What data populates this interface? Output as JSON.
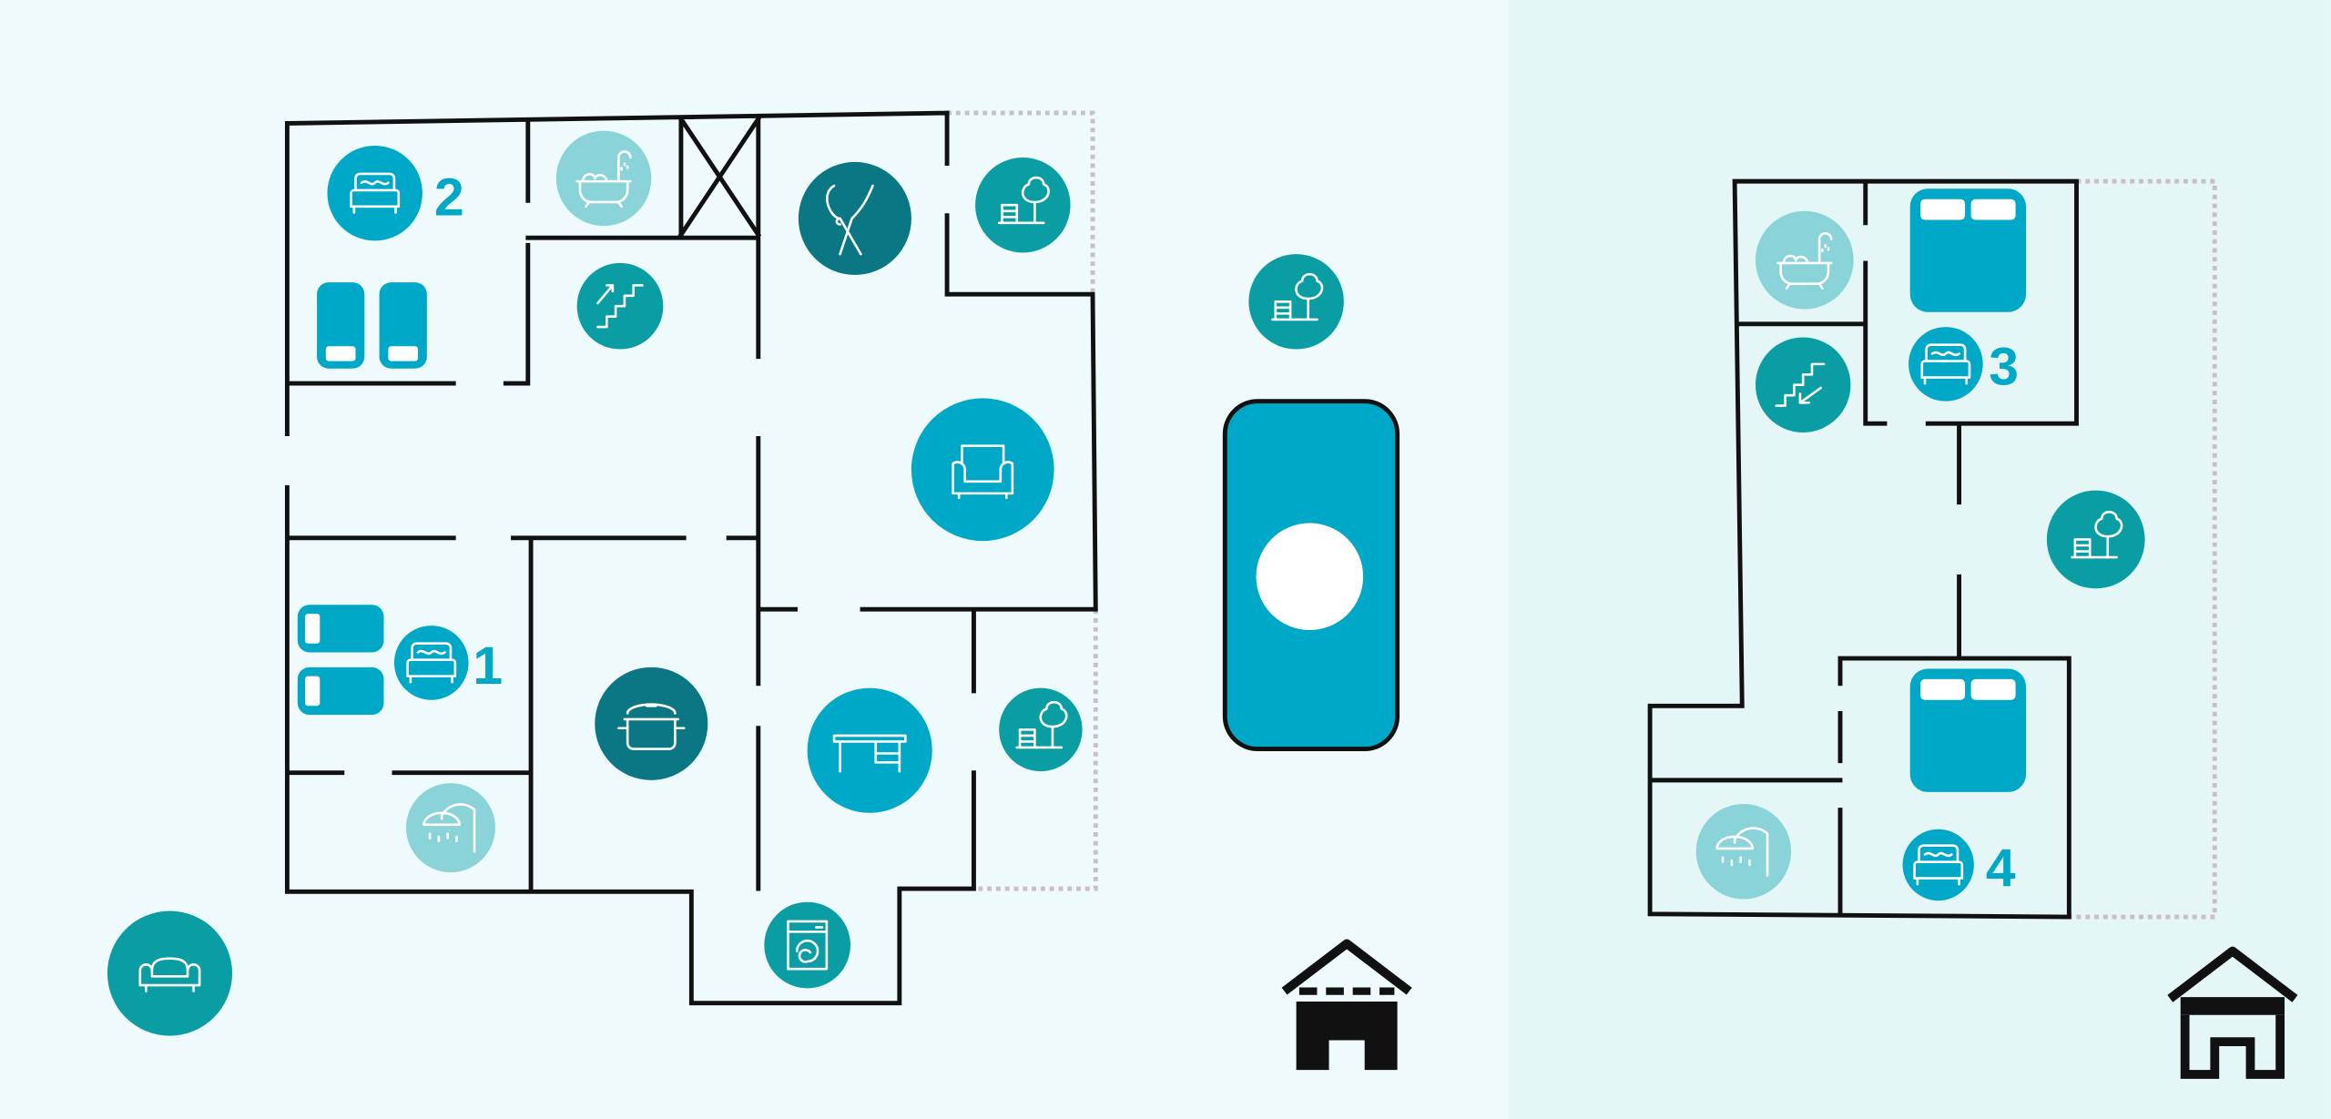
{
  "colors": {
    "background_main": "#eefafb",
    "background_annex": "#e4f6f6",
    "bright": "#00a8c8",
    "teal": "#0a9da3",
    "dark": "#0b7785",
    "light": "#8ad3d9",
    "wall": "#111111"
  },
  "main_house": {
    "bedrooms": [
      {
        "number": "1",
        "icon": "bed-icon"
      },
      {
        "number": "2",
        "icon": "bed-icon"
      }
    ],
    "rooms": [
      "bathtub-icon",
      "stairs-up-icon",
      "dining-icon",
      "garden-icon",
      "armchair-icon",
      "shower-icon",
      "cooking-pot-icon",
      "desk-icon",
      "garden-icon",
      "washing-machine-icon"
    ],
    "outside": [
      "car-icon",
      "garden-icon",
      "swimming-pool-icon",
      "house-icon"
    ]
  },
  "annex": {
    "bedrooms": [
      {
        "number": "3",
        "icon": "bed-icon"
      },
      {
        "number": "4",
        "icon": "bed-icon"
      }
    ],
    "rooms": [
      "bathtub-icon",
      "stairs-down-icon",
      "garden-icon",
      "shower-icon"
    ],
    "outside": [
      "house-icon"
    ]
  }
}
